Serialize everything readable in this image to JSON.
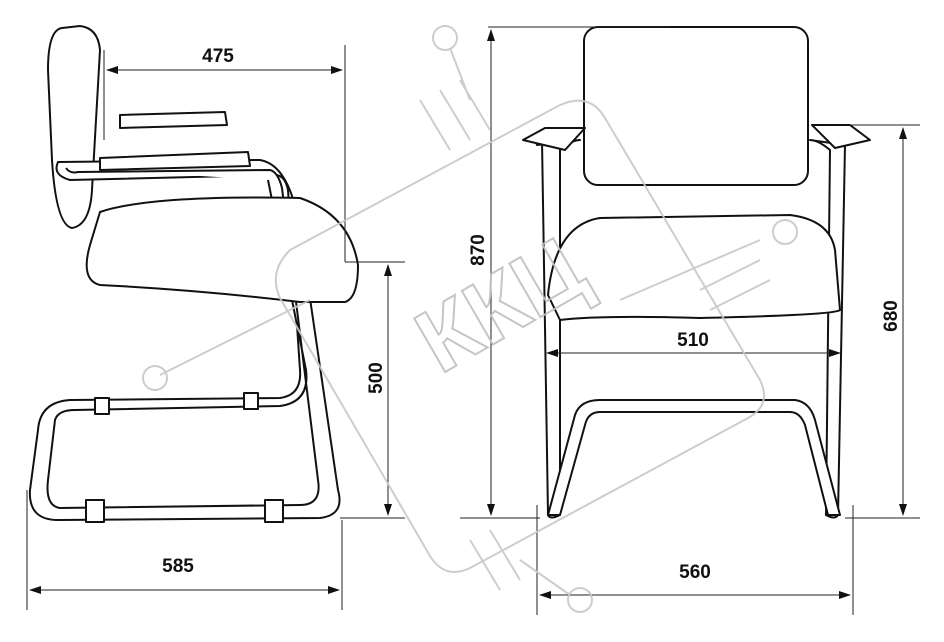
{
  "watermark": {
    "text": "ККЦ"
  },
  "side_view": {
    "depth_seat_label": "475",
    "seat_height_label": "500",
    "overall_depth_label": "585"
  },
  "front_view": {
    "overall_height_label": "870",
    "seat_width_label": "510",
    "armrest_height_label": "680",
    "overall_width_label": "560"
  },
  "colors": {
    "line": "#111111",
    "watermark": "#c8c8c8"
  }
}
